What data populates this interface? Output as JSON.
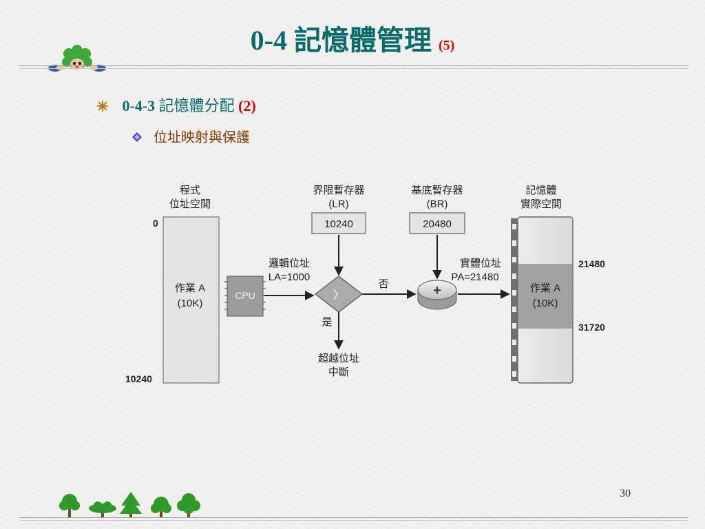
{
  "slide": {
    "title": "0-4 記憶體管理",
    "title_sub": "(5)",
    "bullet1_num": "0-4-3",
    "bullet1_text": "記憶體分配",
    "bullet1_sub": "(2)",
    "bullet2_text": "位址映射與保護",
    "page_number": "30"
  },
  "diagram": {
    "program_space_label_1": "程式",
    "program_space_label_2": "位址空間",
    "program_start": "0",
    "program_end": "10240",
    "job_label": "作業 A",
    "job_size": "(10K)",
    "cpu_label": "CPU",
    "logical_address_label": "邏輯位址",
    "logical_address_value": "LA=1000",
    "limit_register_label": "界限暫存器",
    "limit_register_abbr": "(LR)",
    "limit_register_value": "10240",
    "compare_symbol": "〉",
    "no_label": "否",
    "yes_label": "是",
    "trap_label_1": "超越位址",
    "trap_label_2": "中斷",
    "base_register_label": "基底暫存器",
    "base_register_abbr": "(BR)",
    "base_register_value": "20480",
    "adder_symbol": "+",
    "physical_address_label": "實體位址",
    "physical_address_value": "PA=21480",
    "memory_label_1": "記憶體",
    "memory_label_2": "實際空間",
    "memory_job_label": "作業 A",
    "memory_job_size": "(10K)",
    "memory_start": "21480",
    "memory_end": "31720"
  },
  "colors": {
    "title": "#0a6b6b",
    "accent_red": "#e00000",
    "bullet2": "#8a3a00"
  }
}
